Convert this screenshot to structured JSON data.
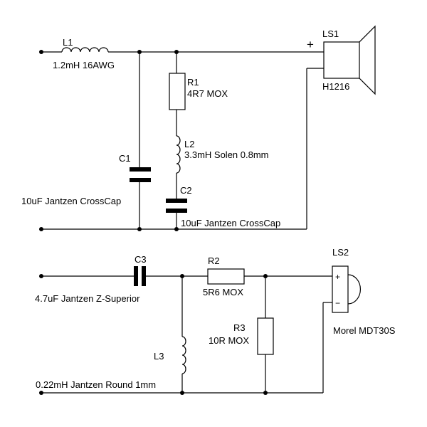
{
  "diagram": {
    "type": "loudspeaker crossover schematic",
    "colors": {
      "ink": "#000000",
      "background": "#ffffff"
    },
    "woofer_section": {
      "components": {
        "L1": {
          "ref": "L1",
          "value": "1.2mH 16AWG"
        },
        "C1": {
          "ref": "C1",
          "value": "10uF Jantzen CrossCap"
        },
        "R1": {
          "ref": "R1",
          "value": "4R7 MOX"
        },
        "L2": {
          "ref": "L2",
          "value": "3.3mH Solen 0.8mm"
        },
        "C2": {
          "ref": "C2",
          "value": "10uF Jantzen CrossCap"
        },
        "LS1": {
          "ref": "LS1",
          "value": "H1216",
          "plus": "+"
        }
      }
    },
    "tweeter_section": {
      "components": {
        "C3": {
          "ref": "C3",
          "value": "4.7uF Jantzen Z-Superior"
        },
        "R2": {
          "ref": "R2",
          "value": "5R6 MOX"
        },
        "L3": {
          "ref": "L3",
          "value": "0.22mH Jantzen Round 1mm"
        },
        "R3": {
          "ref": "R3",
          "value": "10R MOX"
        },
        "LS2": {
          "ref": "LS2",
          "value": "Morel MDT30S",
          "plus": "+",
          "minus": "−"
        }
      }
    }
  }
}
